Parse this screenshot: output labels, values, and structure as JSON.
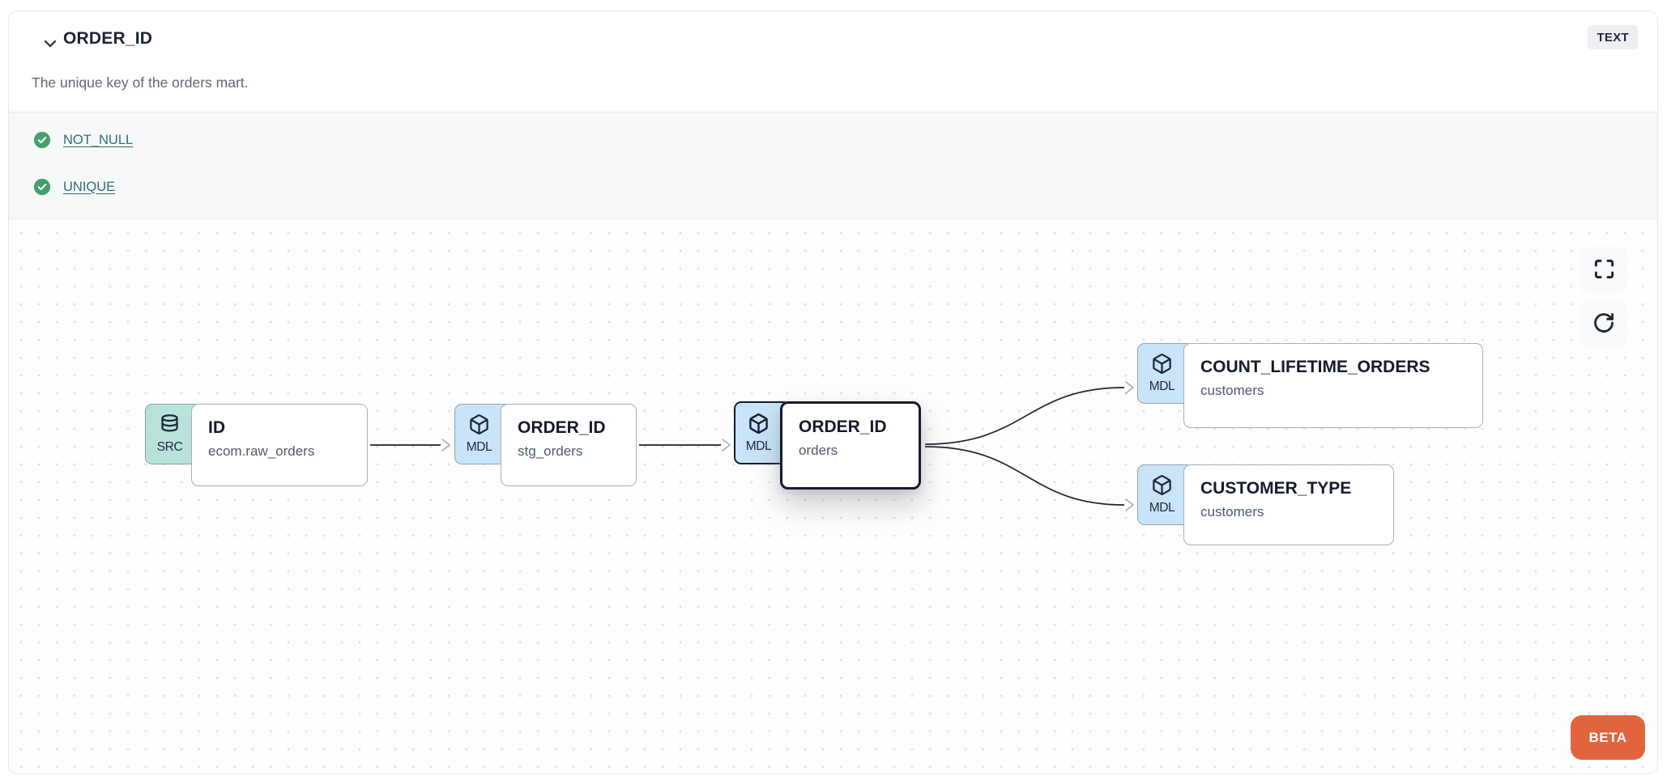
{
  "header": {
    "title": "ORDER_ID",
    "description": "The unique key of the orders mart.",
    "type_badge": "TEXT",
    "collapse_icon": "chevron-down"
  },
  "tests": {
    "items": [
      {
        "icon": "check-circle",
        "status": "pass",
        "label": "NOT_NULL"
      },
      {
        "icon": "check-circle",
        "status": "pass",
        "label": "UNIQUE"
      }
    ]
  },
  "lineage": {
    "nodes": [
      {
        "badge": "SRC",
        "icon": "database-icon",
        "title": "ID",
        "subtitle": "ecom.raw_orders",
        "selected": false
      },
      {
        "badge": "MDL",
        "icon": "cube-icon",
        "title": "ORDER_ID",
        "subtitle": "stg_orders",
        "selected": false
      },
      {
        "badge": "MDL",
        "icon": "cube-icon",
        "title": "ORDER_ID",
        "subtitle": "orders",
        "selected": true
      },
      {
        "badge": "MDL",
        "icon": "cube-icon",
        "title": "COUNT_LIFETIME_ORDERS",
        "subtitle": "customers",
        "selected": false
      },
      {
        "badge": "MDL",
        "icon": "cube-icon",
        "title": "CUSTOMER_TYPE",
        "subtitle": "customers",
        "selected": false
      }
    ],
    "edges": [
      {
        "from": "ID (ecom.raw_orders)",
        "to": "ORDER_ID (stg_orders)"
      },
      {
        "from": "ORDER_ID (stg_orders)",
        "to": "ORDER_ID (orders)"
      },
      {
        "from": "ORDER_ID (orders)",
        "to": "COUNT_LIFETIME_ORDERS (customers)"
      },
      {
        "from": "ORDER_ID (orders)",
        "to": "CUSTOMER_TYPE (customers)"
      }
    ],
    "controls": {
      "fullscreen_icon": "maximize",
      "refresh_icon": "rotate-cw",
      "beta_label": "BETA"
    }
  },
  "colors": {
    "accent_orange": "#e2643c",
    "badge_model_bg": "#c9e4f8",
    "badge_source_bg": "#b9e2db",
    "test_pass_green": "#41a06c",
    "link_teal": "#2e6e74",
    "selected_border": "#151c2c",
    "canvas_bg": "#fdfdfd"
  }
}
